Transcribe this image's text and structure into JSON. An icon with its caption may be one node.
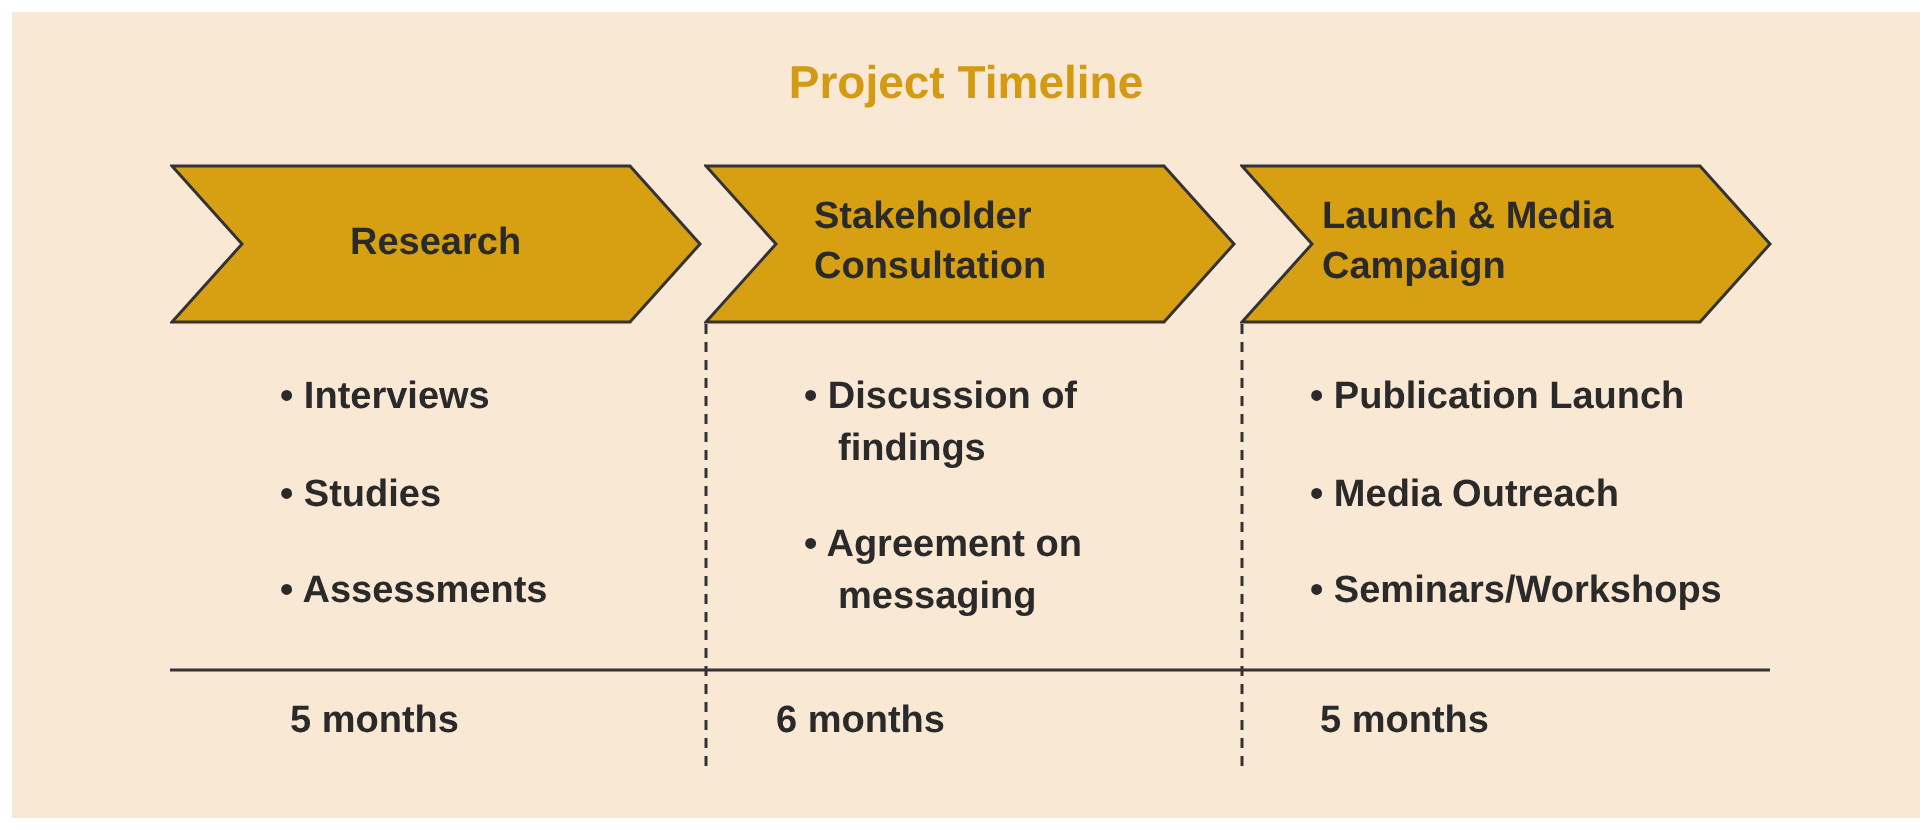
{
  "diagram": {
    "title": "Project Timeline",
    "nodes": [
      {
        "text": [
          "Research"
        ],
        "beside": [
          "• Interviews",
          "• Studies",
          "• Assessments",
          "5 months"
        ]
      },
      {
        "text": [
          "Stakeholder Consultation"
        ],
        "beside": [
          "• Discussion of findings",
          "• Agreement on messaging",
          "6 months"
        ]
      },
      {
        "text": [
          "Launch & Media Campaign"
        ],
        "beside": [
          "• Publication Launch",
          "• Media Outreach",
          "• Seminars/Workshops",
          "5 months"
        ]
      }
    ],
    "edges": []
  }
}
